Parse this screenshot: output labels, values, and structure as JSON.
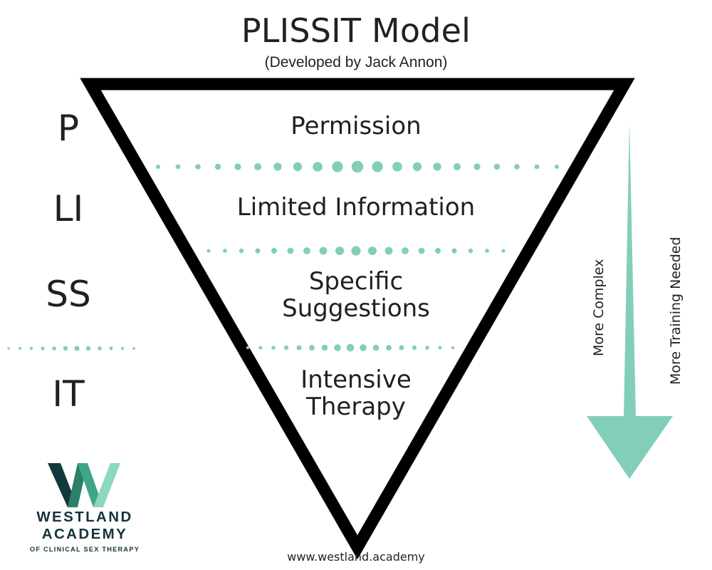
{
  "header": {
    "title": "PLISSIT Model",
    "subtitle": "(Developed by Jack Annon)"
  },
  "colors": {
    "outline": "#000000",
    "accent_teal": "#83ceba",
    "text": "#231f20",
    "logo_dark": "#16333b",
    "logo_w_1": "#123a3c",
    "logo_w_2": "#2e7f68",
    "logo_w_3": "#3fa588",
    "logo_w_4": "#8ed7bf"
  },
  "acronym_labels": [
    {
      "id": "p",
      "text": "P"
    },
    {
      "id": "li",
      "text": "LI"
    },
    {
      "id": "ss",
      "text": "SS"
    },
    {
      "id": "it",
      "text": "IT"
    }
  ],
  "stages": [
    {
      "id": "permission",
      "line1": "Permission",
      "line2": ""
    },
    {
      "id": "limited",
      "line1": "Limited Information",
      "line2": ""
    },
    {
      "id": "specific",
      "line1": "Specific",
      "line2": "Suggestions"
    },
    {
      "id": "intensive",
      "line1": "Intensive",
      "line2": "Therapy"
    }
  ],
  "axis_labels": {
    "complexity": "More Complex",
    "training": "More Training Needed"
  },
  "logo": {
    "line1": "WESTLAND",
    "line2": "ACADEMY",
    "line3": "OF CLINICAL SEX THERAPY"
  },
  "footer": {
    "url": "www.westland.academy"
  },
  "chart_data": {
    "type": "diagram",
    "shape": "inverted-triangle",
    "title": "PLISSIT Model",
    "levels": [
      {
        "letter": "P",
        "label": "Permission",
        "order": 1
      },
      {
        "letter": "LI",
        "label": "Limited Information",
        "order": 2
      },
      {
        "letter": "SS",
        "label": "Specific Suggestions",
        "order": 3
      },
      {
        "letter": "IT",
        "label": "Intensive Therapy",
        "order": 4
      }
    ],
    "gradient_axes": [
      "More Complex",
      "More Training Needed"
    ],
    "direction": "top-to-bottom increasing"
  }
}
